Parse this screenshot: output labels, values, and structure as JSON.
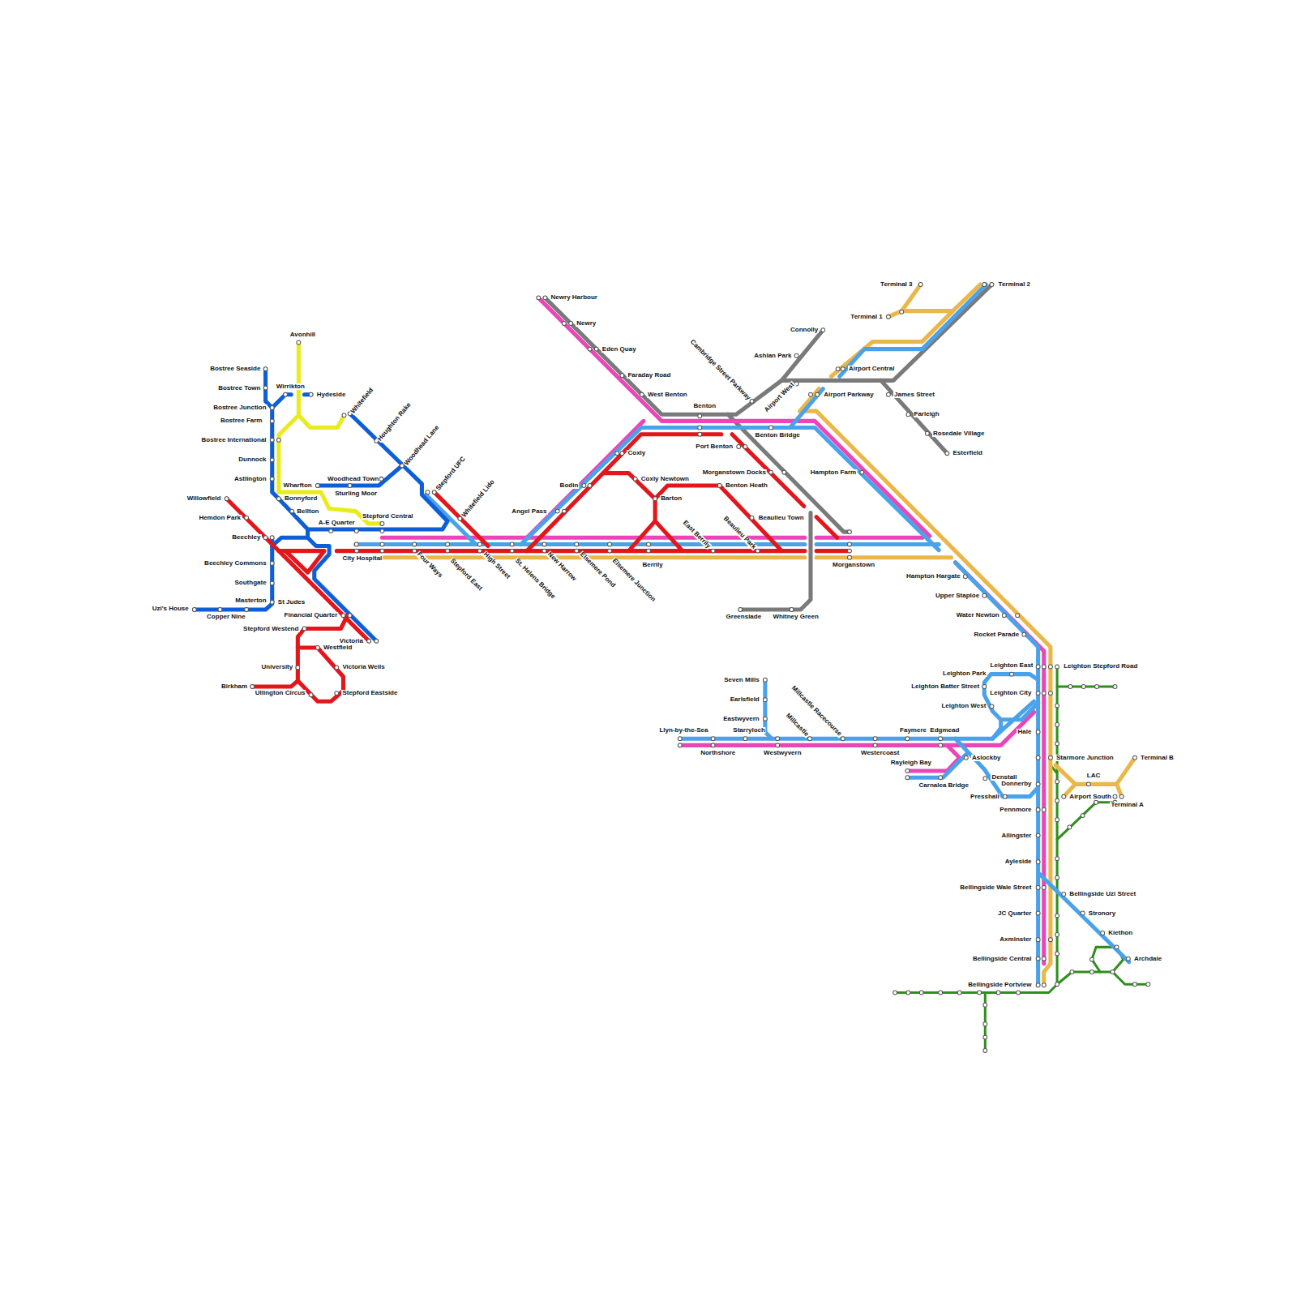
{
  "diagram": {
    "labels": [
      "Avonhill",
      "Bostree Seaside",
      "Bostree Town",
      "Wirrikton",
      "Hydeside",
      "Bostree Junction",
      "Bostree Farm",
      "Whitefield",
      "Houghton Rake",
      "Bostree International",
      "Woodhead Lane",
      "Dunnock",
      "Stepford UFC",
      "Astlington",
      "Wharfton",
      "Woodhead Town",
      "Whitefield Lido",
      "Sturling Moor",
      "Willowfield",
      "Bonnyford",
      "Bellton",
      "Stepford Central",
      "Hemdon Park",
      "A-E Quarter",
      "Beechley",
      "City Hospital",
      "Four Ways",
      "Stepford East",
      "High Street",
      "St. Helens Bridge",
      "New Harrow",
      "Elsemere Pond",
      "Elsemere Junction",
      "Berrily",
      "Beechley Commons",
      "Southgate",
      "Masterton",
      "St Judes",
      "Uzi's House",
      "Copper Nine",
      "Financial Quarter",
      "Stepford Westend",
      "Victoria",
      "Westfield",
      "University",
      "Victoria Wells",
      "Birkham",
      "Ullington Circus",
      "Stepford Eastside",
      "Newry Harbour",
      "Newry",
      "Eden Quay",
      "Faraday Road",
      "West Benton",
      "Benton",
      "Cambridge Street Parkway",
      "Connolly",
      "Ashlan Park",
      "Airport West",
      "Terminal 3",
      "Terminal 2",
      "Terminal 1",
      "Airport Central",
      "Airport Parkway",
      "James Street",
      "Farleigh",
      "Rosedale Village",
      "Esterfield",
      "Benton Bridge",
      "Port Benton",
      "Coxly",
      "Coxly Newtown",
      "Hampton Farm",
      "Morganstown Docks",
      "Bodin",
      "Benton Heath",
      "Barton",
      "Angel Pass",
      "Beaulieu Town",
      "East Berrily",
      "Beaulieu Park",
      "Morganstown",
      "Greenslade",
      "Whitney Green",
      "Hampton Hargate",
      "Upper Staploe",
      "Water Newton",
      "Rocket Parade",
      "Leighton East",
      "Leighton Stepford Road",
      "Seven Mills",
      "Leighton Park",
      "Leighton Batter Street",
      "Leighton City",
      "Millcastle Racecourse",
      "Earlsfield",
      "Leighton West",
      "Eastwyvern",
      "Llyn-by-the-Sea",
      "Starryloch",
      "Millcastle",
      "Faymere",
      "Edgmead",
      "Hale",
      "Northshore",
      "Westwyvern",
      "Westercoast",
      "Aslockby",
      "Starmore Junction",
      "Terminal B",
      "Rayleigh Bay",
      "Denstall",
      "LAC",
      "Donnerby",
      "Carnalea Bridge",
      "Presshall",
      "Airport South",
      "Terminal A",
      "Pennmore",
      "Allingster",
      "Ayleside",
      "Bellingside Wale Street",
      "Bellingside Uzi Street",
      "Stronory",
      "JC Quarter",
      "Kiethon",
      "Axminster",
      "Bellingside Central",
      "Archdale",
      "Bellingside Portview"
    ]
  }
}
